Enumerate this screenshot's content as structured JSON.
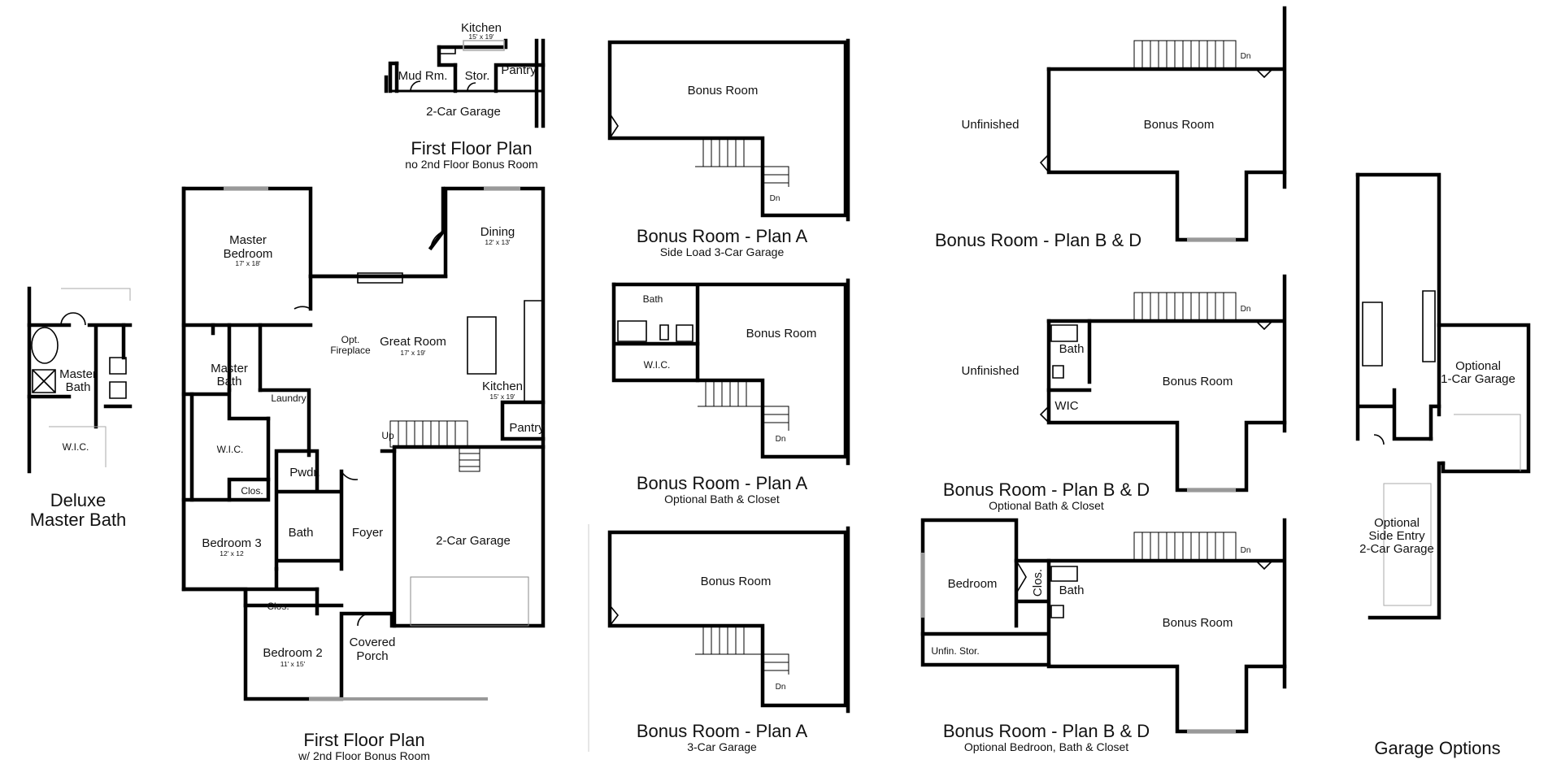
{
  "plans": {
    "first_floor_no_bonus": {
      "title": "First Floor Plan",
      "subtitle": "no 2nd Floor Bonus Room",
      "kitchen": "Kitchen",
      "kitchen_dim": "15' x 19'",
      "mud_rm": "Mud Rm.",
      "stor": "Stor.",
      "pantry": "Pantry",
      "garage": "2-Car Garage"
    },
    "first_floor_with_bonus": {
      "title": "First Floor Plan",
      "subtitle": "w/ 2nd Floor Bonus Room",
      "master_bedroom": "Master\nBedroom",
      "master_bedroom_dim": "17' x 18'",
      "master_bath": "Master\nBath",
      "wic": "W.I.C.",
      "clos_1": "Clos.",
      "bedroom3": "Bedroom 3",
      "bedroom3_dim": "12' x 12",
      "bedroom2": "Bedroom 2",
      "bedroom2_dim": "11' x 15'",
      "clos_2": "Clos.",
      "pwdr": "Pwdr.",
      "bath": "Bath",
      "laundry": "Laundry",
      "foyer": "Foyer",
      "great_room": "Great Room",
      "great_room_dim": "17' x 19'",
      "opt_fireplace": "Opt.\nFireplace",
      "dining": "Dining",
      "dining_dim": "12' x 13'",
      "kitchen": "Kitchen",
      "kitchen_dim": "15' x 19'",
      "pantry": "Pantry",
      "up": "Up",
      "garage": "2-Car Garage",
      "covered_porch": "Covered\nPorch"
    },
    "deluxe_master_bath": {
      "title": "Deluxe\nMaster Bath",
      "master_bath": "Master\nBath",
      "wic": "W.I.C."
    },
    "bonus_a_side_load": {
      "title": "Bonus Room - Plan A",
      "subtitle": "Side Load 3-Car Garage",
      "room": "Bonus Room",
      "dn": "Dn"
    },
    "bonus_a_optional_bath": {
      "title": "Bonus Room - Plan A",
      "subtitle": "Optional Bath & Closet",
      "room": "Bonus Room",
      "bath": "Bath",
      "wic": "W.I.C.",
      "dn": "Dn"
    },
    "bonus_a_3car": {
      "title": "Bonus Room - Plan A",
      "subtitle": "3-Car Garage",
      "room": "Bonus Room",
      "dn": "Dn"
    },
    "bonus_bd": {
      "title": "Bonus Room - Plan B & D",
      "room": "Bonus Room",
      "unfinished": "Unfinished",
      "dn": "Dn"
    },
    "bonus_bd_optional_bath": {
      "title": "Bonus Room - Plan B & D",
      "subtitle": "Optional Bath & Closet",
      "room": "Bonus Room",
      "unfinished": "Unfinished",
      "bath": "Bath",
      "wic": "WIC",
      "dn": "Dn"
    },
    "bonus_bd_optional_bedroom": {
      "title": "Bonus Room - Plan B & D",
      "subtitle": "Optional Bedroon, Bath & Closet",
      "room": "Bonus Room",
      "bedroom": "Bedroom",
      "clos": "Clos.",
      "bath": "Bath",
      "unfin_stor": "Unfin. Stor.",
      "dn": "Dn"
    },
    "garage_options": {
      "title": "Garage Options",
      "optional_1car": "Optional\n1-Car Garage",
      "optional_side_entry": "Optional\nSide Entry\n2-Car Garage"
    }
  }
}
